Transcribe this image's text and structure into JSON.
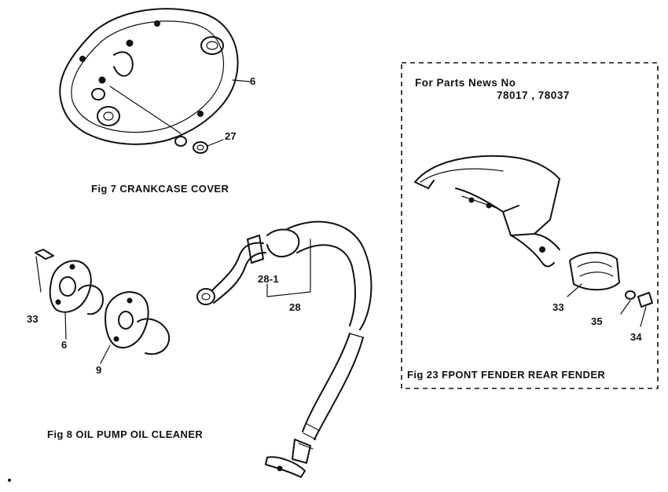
{
  "figures": {
    "fig7": {
      "caption": "Fig 7 CRANKCASE COVER",
      "callouts": [
        "6",
        "27"
      ]
    },
    "fig8": {
      "caption": "Fig 8 OIL PUMP OIL CLEANER",
      "callouts": [
        "33",
        "6",
        "9",
        "28-1",
        "28"
      ]
    },
    "fig23": {
      "caption": "Fig 23 FPONT FENDER REAR FENDER",
      "note_line1": "For Parts News No",
      "note_line2": "78017 , 78037",
      "callouts": [
        "33",
        "35",
        "34"
      ]
    }
  }
}
